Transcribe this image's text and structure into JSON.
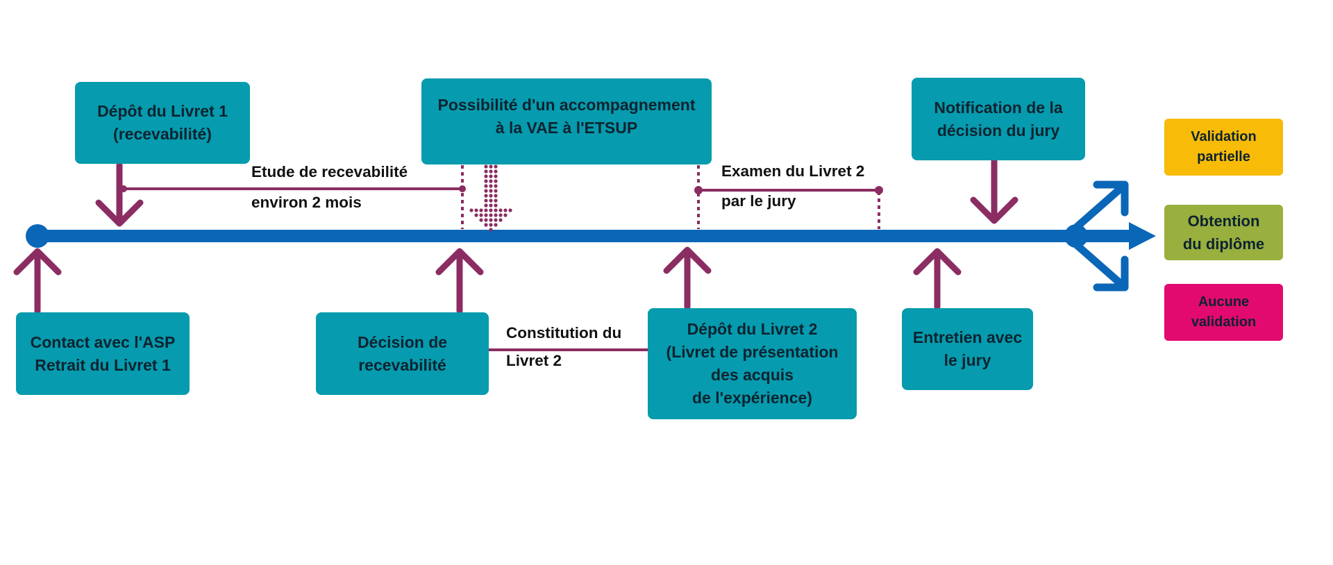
{
  "colors": {
    "timeline": "#0a67b8",
    "connector": "#8b2d62",
    "box": "#069bae",
    "partial": "#f7bb08",
    "diploma": "#99af3e",
    "none": "#e20a6e"
  },
  "boxes": {
    "depot_livret1": {
      "line1": "Dépôt du  Livret 1",
      "line2": "(recevabilité)"
    },
    "accompagnement": {
      "line1": "Possibilité d'un accompagnement",
      "line2": "à la VAE à l'ETSUP"
    },
    "notification": {
      "line1": "Notification de la",
      "line2": "décision du jury"
    },
    "contact_asp": {
      "line1": "Contact avec l'ASP",
      "line2": "Retrait du Livret 1"
    },
    "decision_recevabilite": {
      "line1": "Décision de",
      "line2": "recevabilité"
    },
    "depot_livret2": {
      "line1": "Dépôt du Livret 2",
      "line2": "(Livret de présentation",
      "line3": "des acquis",
      "line4": "de l'expérience)"
    },
    "entretien": {
      "line1": "Entretien avec",
      "line2": "le jury"
    }
  },
  "labels": {
    "etude_line1": "Etude de recevabilité",
    "etude_line2": "environ 2 mois",
    "examen_line1": "Examen du Livret 2",
    "examen_line2": "par le jury",
    "constitution_line1": "Constitution du",
    "constitution_line2": "Livret 2"
  },
  "outcomes": {
    "partielle": {
      "line1": "Validation",
      "line2": "partielle"
    },
    "diplome": {
      "line1": "Obtention",
      "line2": "du diplôme"
    },
    "aucune": {
      "line1": "Aucune",
      "line2": "validation"
    }
  }
}
